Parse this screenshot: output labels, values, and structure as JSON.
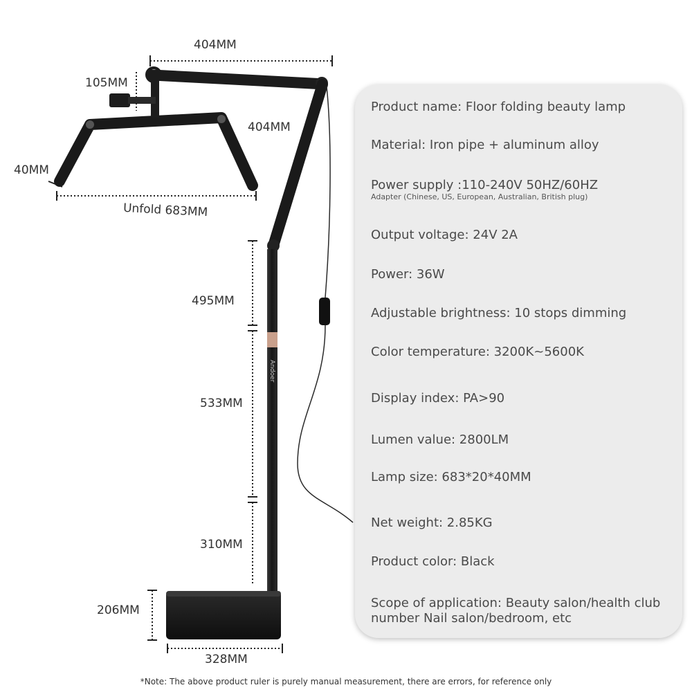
{
  "dimensions": {
    "top_arm": "404MM",
    "diagonal_arm": "404MM",
    "joint_height": "105MM",
    "lamp_thickness": "40MM",
    "lamp_unfold": "Unfold 683MM",
    "upper_pole": "495MM",
    "middle_pole": "533MM",
    "lower_pole": "310MM",
    "base_height": "206MM",
    "base_width": "328MM"
  },
  "brand_mark": "Andoer",
  "specs": {
    "product_name": "Product name: Floor folding beauty lamp",
    "material": "Material: Iron pipe + aluminum alloy",
    "power_supply": "Power supply :110-240V 50HZ/60HZ",
    "power_supply_note": "Adapter (Chinese, US, European, Australian, British plug)",
    "output_voltage": "Output voltage: 24V 2A",
    "power": "Power: 36W",
    "brightness": "Adjustable brightness: 10 stops dimming",
    "color_temperature": "Color temperature: 3200K~5600K",
    "display_index": "Display index: PA>90",
    "lumen": "Lumen value: 2800LM",
    "lamp_size": "Lamp size: 683*20*40MM",
    "net_weight": "Net weight: 2.85KG",
    "product_color": "Product color: Black",
    "scope_line1": "Scope of application: Beauty salon/health club",
    "scope_line2": "number Nail salon/bedroom, etc"
  },
  "note": "*Note: The above product ruler is purely manual measurement, there are errors, for reference only",
  "colors": {
    "lamp_body": "#1c1c1c",
    "panel_bg": "#ececec",
    "copper_ring": "#c9a08c"
  }
}
